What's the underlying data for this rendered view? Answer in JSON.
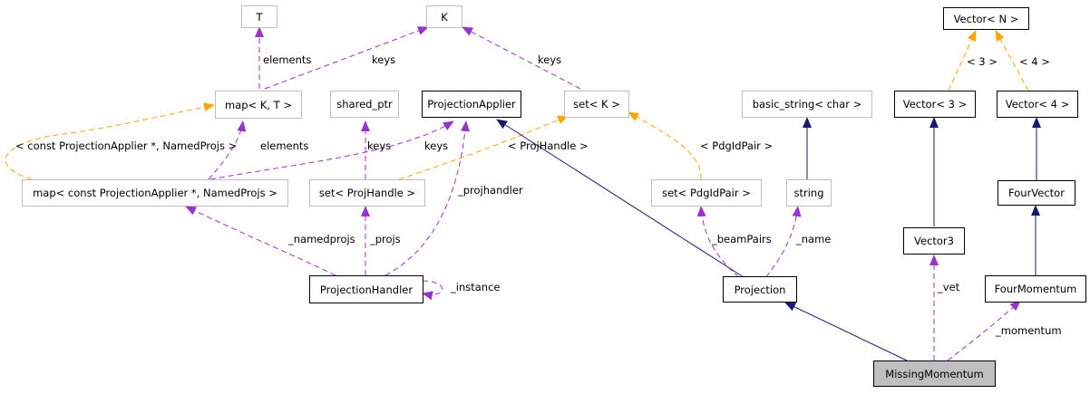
{
  "colors": {
    "usage": "#9a32cd",
    "template": "#ffa500",
    "inheritance": "#191970",
    "external_border": "#bfbfbf",
    "documented_border": "#000000",
    "focus_fill": "#bfbfbf"
  },
  "nodes": {
    "T": "T",
    "K": "K",
    "vector_n": "Vector< N >",
    "map_k_t": "map< K, T >",
    "shared_ptr": "shared_ptr",
    "projection_applier": "ProjectionApplier",
    "set_k": "set< K >",
    "basic_string": "basic_string< char >",
    "vector_3": "Vector< 3 >",
    "vector_4": "Vector< 4 >",
    "map_named_projs": "map< const ProjectionApplier *, NamedProjs >",
    "set_proj_handle": "set< ProjHandle >",
    "set_pdgid_pair": "set< PdgIdPair >",
    "string": "string",
    "four_vector": "FourVector",
    "vector3": "Vector3",
    "four_momentum": "FourMomentum",
    "projection_handler": "ProjectionHandler",
    "projection": "Projection",
    "missing_momentum": "MissingMomentum"
  },
  "edge_labels": {
    "elements_t": "elements",
    "keys_k_map": "keys",
    "keys_k_set": "keys",
    "n3": "< 3 >",
    "n4": "< 4 >",
    "map_template": "< const ProjectionApplier *, NamedProjs >",
    "elements_map": "elements",
    "keys_shared": "keys",
    "keys_applier": "keys",
    "proj_handle_template": "< ProjHandle >",
    "pdgid_template": "< PdgIdPair >",
    "projhandler": "_projhandler",
    "namedprojs": "_namedprojs",
    "projs": "_projs",
    "instance": "_instance",
    "beam_pairs": "_beamPairs",
    "name": "_name",
    "vet": "_vet",
    "momentum": "_momentum"
  }
}
